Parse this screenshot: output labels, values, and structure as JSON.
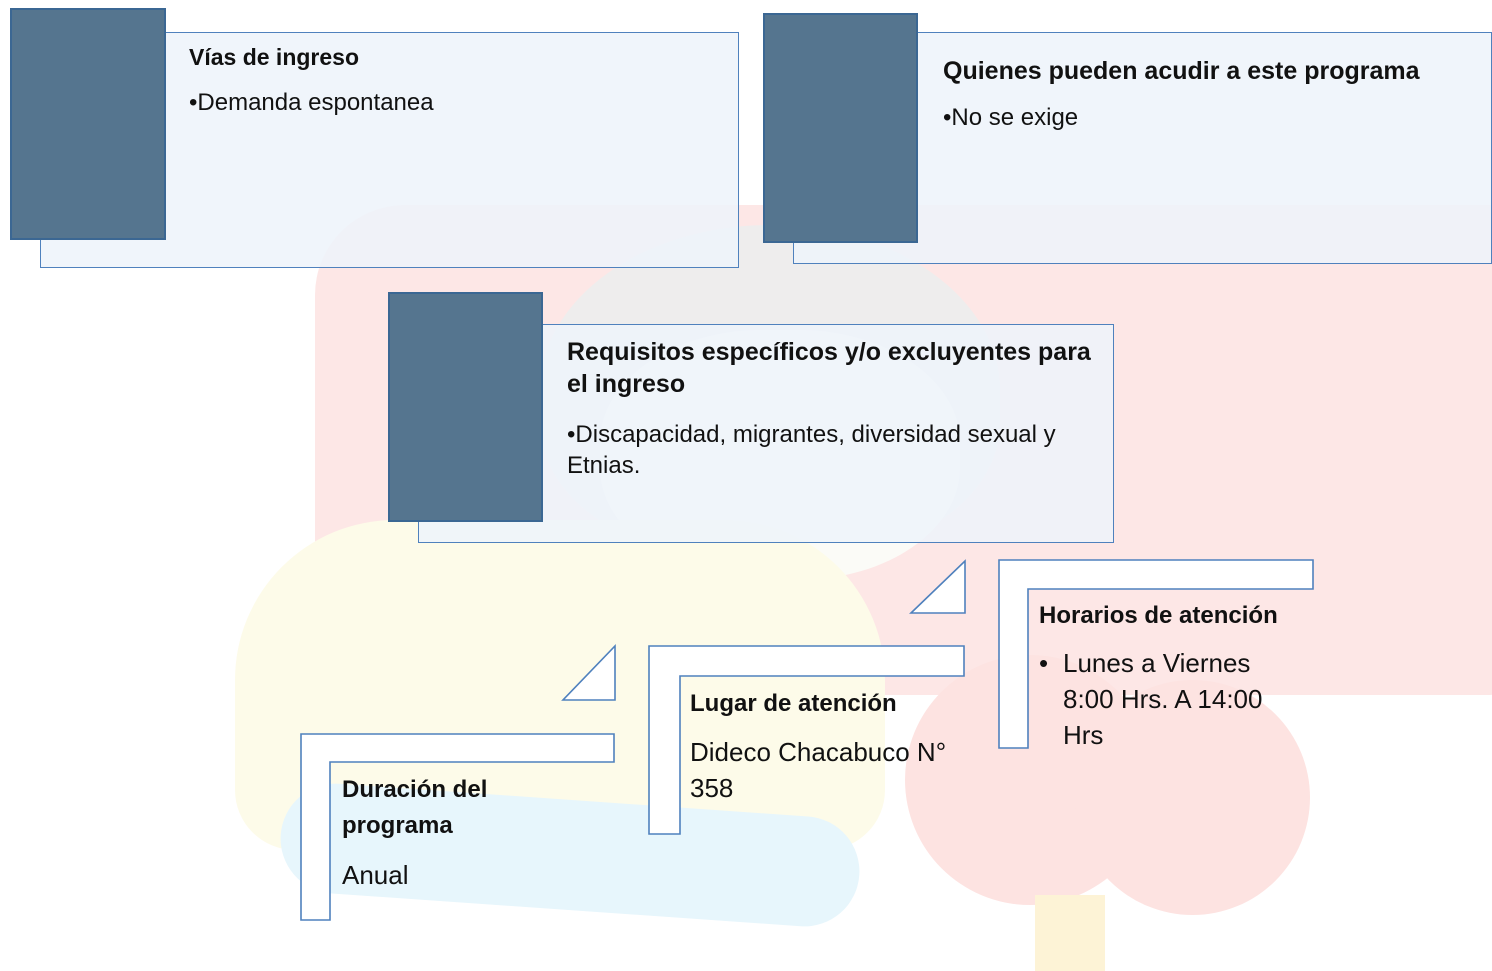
{
  "info_boxes": {
    "vias": {
      "title": "Vías de ingreso",
      "bullet": "•Demanda espontanea"
    },
    "quienes": {
      "title": "Quienes pueden acudir a este programa",
      "bullet": "•No se exige"
    },
    "requisitos": {
      "title": "Requisitos específicos y/o excluyentes para el ingreso",
      "bullet": "•Discapacidad, migrantes, diversidad sexual y Etnias."
    }
  },
  "steps": {
    "duracion": {
      "title": "Duración del programa",
      "text": "Anual"
    },
    "lugar": {
      "title": "Lugar de atención",
      "text": "Dideco Chacabuco N° 358"
    },
    "horarios": {
      "title": "Horarios de atención",
      "bullet_symbol": "•",
      "item": "Lunes a Viernes 8:00 Hrs. A 14:00 Hrs"
    }
  },
  "colors": {
    "square_fill": "#55758f",
    "outline_blue": "#4f81bd",
    "panel_fill": "#eef4fa"
  }
}
